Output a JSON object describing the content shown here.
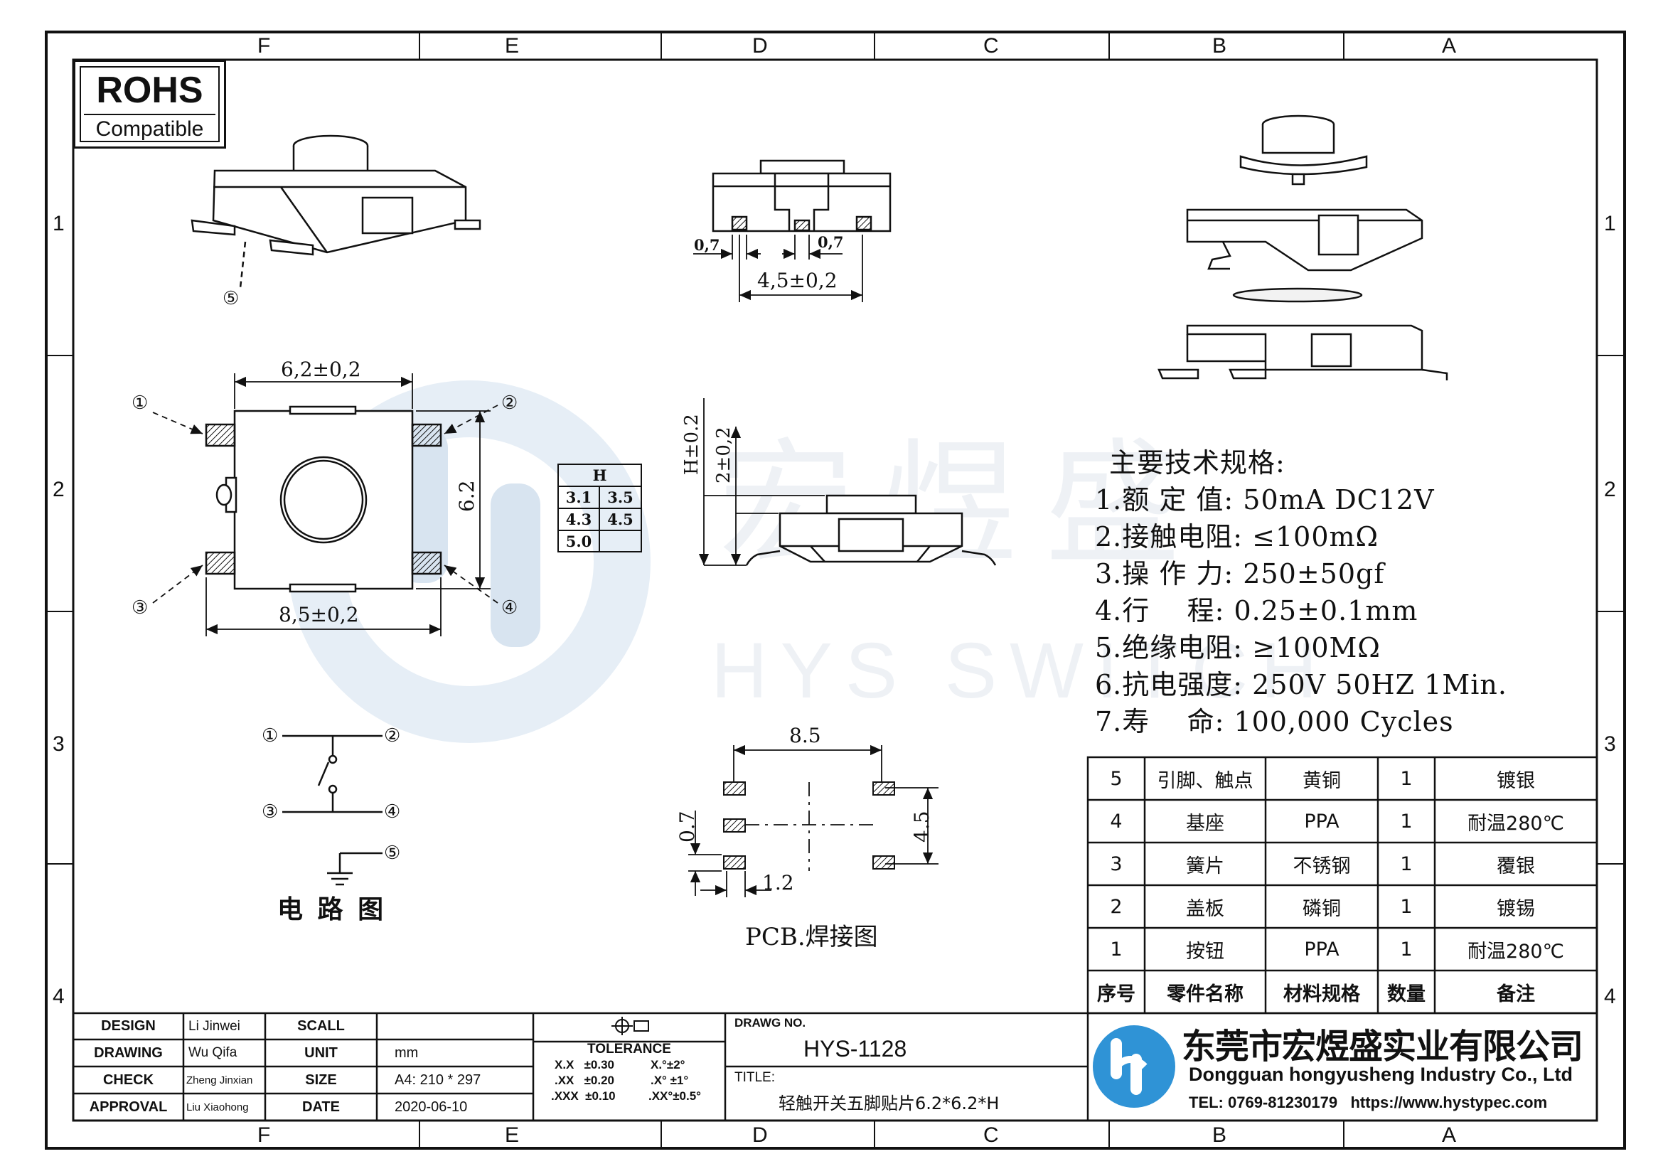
{
  "frame": {
    "zones_columns": [
      "F",
      "E",
      "D",
      "C",
      "B",
      "A"
    ],
    "zones_rows": [
      "1",
      "2",
      "3",
      "4"
    ]
  },
  "rohs": {
    "title": "ROHS",
    "subtitle": "Compatible"
  },
  "watermark": {
    "text": "宏煜盛",
    "subtext": "HYS SWITCH"
  },
  "views": {
    "iso_pin_label": "⑤",
    "front": {
      "dim_pin_left": "0,7",
      "dim_pin_right": "0,7",
      "dim_span": "4,5±0,2"
    },
    "top": {
      "dim_width": "6,2±0,2",
      "dim_height": "6.2",
      "dim_lead": "8,5±0,2",
      "pins": [
        "①",
        "②",
        "③",
        "④"
      ]
    },
    "h_table": {
      "header": "H",
      "values": [
        "3.1",
        "3.5",
        "4.3",
        "4.5",
        "5.0"
      ]
    },
    "side": {
      "dim_h": "H±0.2",
      "dim_body": "2±0,2"
    },
    "pcb": {
      "dim_span": "8.5",
      "dim_pitch": "0.7",
      "dim_vert": "4.5",
      "dim_pad": "1.2",
      "caption": "PCB.焊接图"
    },
    "circuit": {
      "caption": "电 路 图",
      "pins": [
        "①",
        "②",
        "③",
        "④",
        "⑤"
      ]
    }
  },
  "specs": {
    "heading": "主要技术规格:",
    "lines": [
      "1.额 定 值: 50mA DC12V",
      "2.接触电阻: ≤100mΩ",
      "3.操 作 力: 250±50gf",
      "4.行    程: 0.25±0.1mm",
      "5.绝缘电阻: ≥100MΩ",
      "6.抗电强度: 250V 50HZ 1Min.",
      "7.寿    命: 100,000 Cycles"
    ]
  },
  "bom": {
    "headers": [
      "序号",
      "零件名称",
      "材料规格",
      "数量",
      "备注"
    ],
    "rows": [
      [
        "5",
        "引脚、触点",
        "黄铜",
        "1",
        "镀银"
      ],
      [
        "4",
        "基座",
        "PPA",
        "1",
        "耐温280℃"
      ],
      [
        "3",
        "簧片",
        "不锈钢",
        "1",
        "覆银"
      ],
      [
        "2",
        "盖板",
        "磷铜",
        "1",
        "镀锡"
      ],
      [
        "1",
        "按钮",
        "PPA",
        "1",
        "耐温280℃"
      ]
    ]
  },
  "title_block": {
    "rows": [
      {
        "role": "DESIGN",
        "name": "Li Jinwei",
        "key": "SCALL",
        "value": ""
      },
      {
        "role": "DRAWING",
        "name": "Wu Qifa",
        "key": "UNIT",
        "value": "mm"
      },
      {
        "role": "CHECK",
        "name": "Zheng Jinxian",
        "key": "SIZE",
        "value": "A4: 210 * 297"
      },
      {
        "role": "APPROVAL",
        "name": "Liu Xiaohong",
        "key": "DATE",
        "value": "2020-06-10"
      }
    ],
    "tolerance": {
      "label": "TOLERANCE",
      "left": [
        "X.X   ±0.30",
        ".XX   ±0.20",
        ".XXX  ±0.10"
      ],
      "right": [
        "X.°±2°",
        ".X° ±1°",
        ".XX°±0.5°"
      ]
    },
    "drawing_no_label": "DRAWG NO.",
    "drawing_no": "HYS-1128",
    "title_label": "TITLE:",
    "title": "轻触开关五脚贴片6.2*6.2*H",
    "company_cn": "东莞市宏煜盛实业有限公司",
    "company_en": "Dongguan hongyusheng Industry Co., Ltd",
    "contact": "TEL: 0769-81230179   https://www.hystypec.com"
  }
}
